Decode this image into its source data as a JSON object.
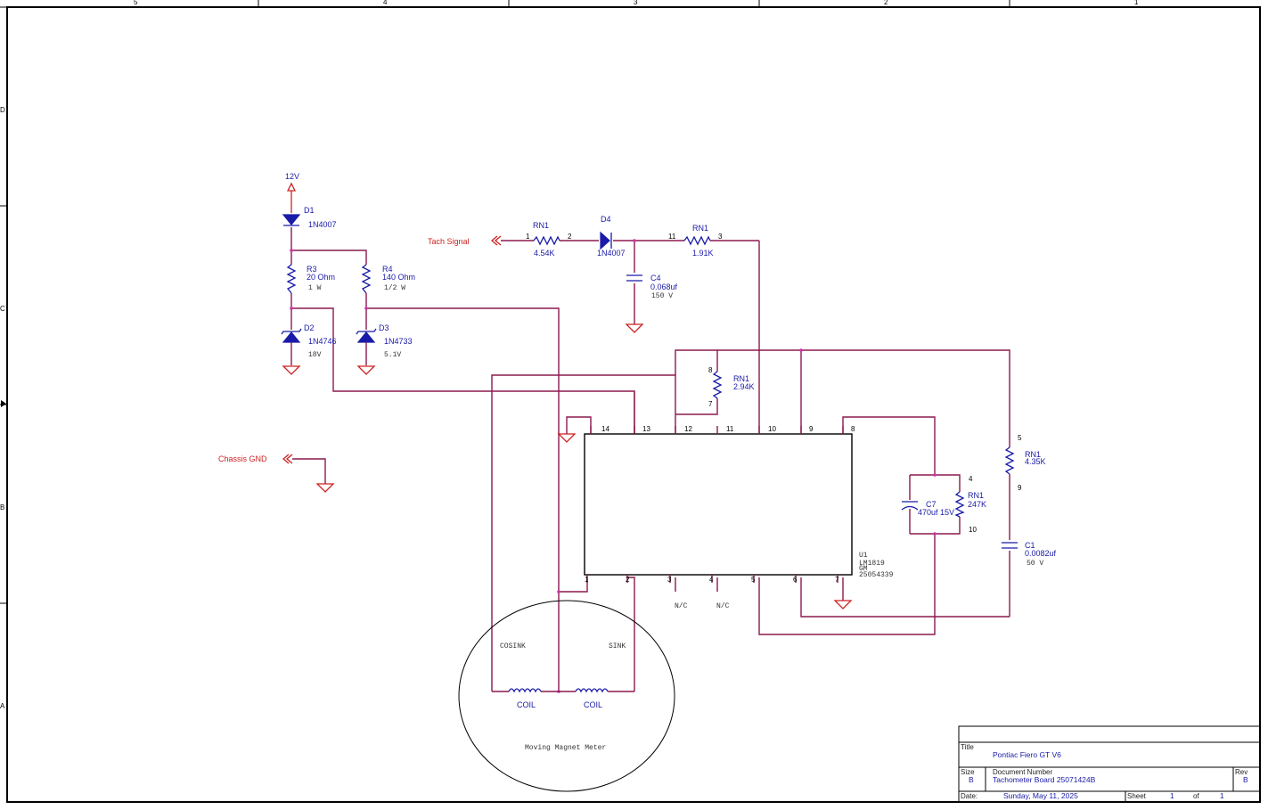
{
  "border": {
    "columns": [
      "5",
      "4",
      "3",
      "2",
      "1"
    ],
    "rows": [
      "D",
      "C",
      "B",
      "A"
    ]
  },
  "power": {
    "label": "12V"
  },
  "ports": {
    "tach": "Tach Signal",
    "chassis": "Chassis GND"
  },
  "components": {
    "d1": {
      "ref": "D1",
      "value": "1N4007"
    },
    "r3": {
      "ref": "R3",
      "value": "20 Ohm",
      "rating": "1 W"
    },
    "r4": {
      "ref": "R4",
      "value": "140 Ohm",
      "rating": "1/2 W"
    },
    "d2": {
      "ref": "D2",
      "value": "1N4746",
      "rating": "18V"
    },
    "d3": {
      "ref": "D3",
      "value": "1N4733",
      "rating": "5.1V"
    },
    "rn1_a": {
      "ref": "RN1",
      "value": "4.54K",
      "pin_a": "1",
      "pin_b": "2"
    },
    "d4": {
      "ref": "D4",
      "value": "1N4007"
    },
    "rn1_b": {
      "ref": "RN1",
      "value": "1.91K",
      "pin_a": "11",
      "pin_b": "3"
    },
    "c4": {
      "ref": "C4",
      "value": "0.068uf",
      "rating": "150 V"
    },
    "rn1_c": {
      "ref": "RN1",
      "value": "2.94K",
      "pin_a": "8",
      "pin_b": "7"
    },
    "rn1_d": {
      "ref": "RN1",
      "value": "4.35K",
      "pin_a": "5",
      "pin_b": "9"
    },
    "rn1_e": {
      "ref": "RN1",
      "value": "247K",
      "pin_a": "4",
      "pin_b": "10"
    },
    "c7": {
      "ref": "C7",
      "value": "470uf 15V"
    },
    "c1": {
      "ref": "C1",
      "value": "0.0082uf",
      "rating": "50 V"
    },
    "u1": {
      "ref": "U1",
      "part": "LM1819",
      "line2": "GM",
      "line3": "25054339"
    }
  },
  "u1_pins": {
    "top": [
      "14",
      "13",
      "12",
      "11",
      "10",
      "9",
      "8"
    ],
    "bottom": [
      "1",
      "2",
      "3",
      "4",
      "5",
      "6",
      "7"
    ],
    "nc": "N/C"
  },
  "meter": {
    "cos": "COSINK",
    "sin": "SINK",
    "coil1": "COIL",
    "coil2": "COIL",
    "title": "Moving Magnet Meter"
  },
  "title_block": {
    "title_label": "Title",
    "title": "Pontiac Fiero GT V6",
    "size_label": "Size",
    "size": "B",
    "doc_label": "Document Number",
    "doc": "Tachometer Board 25071424B",
    "rev_label": "Rev",
    "rev": "B",
    "date_label": "Date:",
    "date": "Sunday, May 11, 2025",
    "sheet_label": "Sheet",
    "sheet": "1",
    "of_label": "of",
    "of": "1"
  },
  "colors": {
    "wire": "#8b1a4f",
    "component": "#1a1aa8",
    "ground": "#cc2222",
    "junction": "#cc33aa"
  }
}
